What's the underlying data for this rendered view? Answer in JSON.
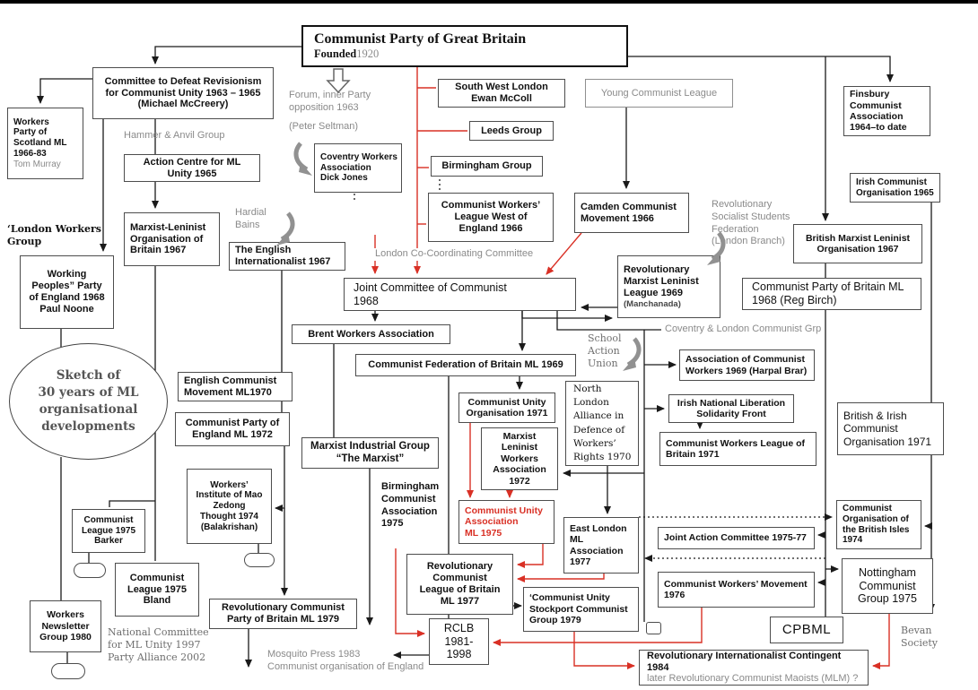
{
  "page": {
    "background": "#ffffff",
    "top_bar_color": "#000000"
  },
  "colors": {
    "accent_red": "#d93025",
    "line": "#1a1a1a",
    "muted_text": "#8a8a8a",
    "box_border": "#4d4d4d"
  },
  "icons": {
    "curved_arrow": "curved-arrow-icon",
    "hollow_arrow": "hollow-down-arrow-icon"
  },
  "nodes": [
    {
      "id": "cpgb",
      "lines": [
        {
          "t": "Communist Party of Great Britain",
          "ttl": 1
        },
        {
          "parts": [
            {
              "t": "Founded",
              "sf": 1,
              "b": 1
            },
            {
              "t": "1920",
              "sf": 1,
              "mu": 1
            }
          ]
        }
      ]
    },
    {
      "id": "cdr",
      "lines": [
        "Committee to Defeat Revisionism",
        "for Communist Unity 1963 – 1965",
        "(Michael McCreery)"
      ]
    },
    {
      "id": "wps",
      "lines": [
        "Workers",
        "Party of",
        "Scotland ML",
        "1966-83",
        {
          "t": "Tom Murray",
          "mu": 1
        }
      ]
    },
    {
      "id": "acml",
      "lines": [
        "Action Centre for ML",
        "Unity 1965"
      ]
    },
    {
      "id": "cwa",
      "lines": [
        "Coventry Workers",
        "Association",
        "Dick Jones"
      ]
    },
    {
      "id": "swl",
      "lines": [
        "South West London",
        "Ewan McColl"
      ]
    },
    {
      "id": "leeds",
      "lines": [
        "Leeds Group"
      ]
    },
    {
      "id": "bhamg",
      "lines": [
        "Birmingham Group"
      ]
    },
    {
      "id": "cwlwe",
      "lines": [
        "Communist Workers’",
        "League West of",
        "England 1966"
      ]
    },
    {
      "id": "ycl",
      "lines": [
        {
          "t": "Young Communist League",
          "mu": 1
        }
      ]
    },
    {
      "id": "camden",
      "lines": [
        "Camden Communist",
        "Movement 1966"
      ]
    },
    {
      "id": "finsbury",
      "lines": [
        "Finsbury",
        "Communist",
        "Association",
        "1964–to date"
      ]
    },
    {
      "id": "ico",
      "lines": [
        "Irish Communist",
        "Organisation 1965"
      ]
    },
    {
      "id": "bmlo",
      "lines": [
        "British Marxist Leninist",
        "Organisation 1967"
      ]
    },
    {
      "id": "cpbml68",
      "lines": [
        "Communist Party of Britain ML",
        "1968 (Reg Birch)"
      ]
    },
    {
      "id": "mlob",
      "lines": [
        "Marxist-Leninist",
        "Organisation of",
        "Britain 1967"
      ]
    },
    {
      "id": "tei",
      "lines": [
        "The English",
        "Internationalist 1967"
      ]
    },
    {
      "id": "wpp",
      "lines": [
        "Working",
        "Peoples” Party",
        "of England 1968",
        "Paul Noone"
      ]
    },
    {
      "id": "jcc",
      "lines": [
        "Joint Committee of Communist",
        "1968"
      ]
    },
    {
      "id": "rmll",
      "lines": [
        "Revolutionary",
        "Marxist Leninist",
        "League 1969",
        {
          "t": "(Manchanada)",
          "sm": 1
        }
      ]
    },
    {
      "id": "bwa2",
      "lines": [
        "Brent Workers Association"
      ]
    },
    {
      "id": "cfb",
      "lines": [
        "Communist Federation of Britain ML 1969"
      ]
    },
    {
      "id": "ecm",
      "lines": [
        "English Communist",
        "Movement  ML1970"
      ]
    },
    {
      "id": "cpe",
      "lines": [
        "Communist Party of",
        "England ML 1972"
      ]
    },
    {
      "id": "cuo",
      "lines": [
        "Communist Unity",
        "Organisation 1971"
      ]
    },
    {
      "id": "nla",
      "lines": [
        "North",
        "London",
        "Alliance in",
        "Defence of",
        "Workers’",
        "Rights 1970"
      ]
    },
    {
      "id": "aocw",
      "lines": [
        "Association of Communist",
        "Workers 1969 (Harpal Brar)"
      ]
    },
    {
      "id": "inlsf",
      "lines": [
        "Irish National Liberation",
        "Solidarity Front"
      ]
    },
    {
      "id": "cwlb",
      "lines": [
        "Communist Workers League of",
        "Britain 1971"
      ]
    },
    {
      "id": "bico",
      "lines": [
        "British & Irish",
        "Communist",
        "Organisation 1971"
      ]
    },
    {
      "id": "mlwa",
      "lines": [
        "Marxist",
        "Leninist",
        "Workers",
        "Association",
        "1972"
      ]
    },
    {
      "id": "mig",
      "lines": [
        "Marxist Industrial Group",
        "“The Marxist”"
      ]
    },
    {
      "id": "wimzt",
      "lines": [
        "Workers’",
        "Institute of Mao",
        "Zedong",
        "Thought 1974",
        "(Balakrishan)"
      ]
    },
    {
      "id": "clbarker",
      "lines": [
        "Communist",
        "League 1975",
        "Barker"
      ]
    },
    {
      "id": "clbland",
      "lines": [
        "Communist",
        "League 1975",
        "Bland"
      ]
    },
    {
      "id": "wng",
      "lines": [
        "Workers",
        "Newsletter",
        "Group 1980"
      ]
    },
    {
      "id": "cua",
      "lines": [
        "Communist Unity",
        "Association",
        " ML 1975"
      ]
    },
    {
      "id": "elml",
      "lines": [
        "East London",
        "ML",
        "Association",
        "1977"
      ]
    },
    {
      "id": "rcl",
      "lines": [
        "Revolutionary",
        "Communist",
        "League of Britain",
        "ML 1977"
      ]
    },
    {
      "id": "stockport",
      "lines": [
        "‘Communist Unity",
        "Stockport Communist",
        "Group 1979"
      ]
    },
    {
      "id": "jac",
      "lines": [
        "Joint Action Committee 1975-77"
      ]
    },
    {
      "id": "cwm",
      "lines": [
        "Communist Workers’ Movement",
        "1976"
      ]
    },
    {
      "id": "cobi",
      "lines": [
        "Communist",
        "Organisation of",
        "the British Isles",
        "1974"
      ]
    },
    {
      "id": "nott",
      "lines": [
        "Nottingham",
        "Communist",
        "Group 1975"
      ]
    },
    {
      "id": "cpbml",
      "lines": [
        "CPBML"
      ]
    },
    {
      "id": "rclb",
      "lines": [
        "RCLB",
        "1981-",
        "1998"
      ]
    },
    {
      "id": "rcpb",
      "lines": [
        "Revolutionary Communist",
        "Party of Britain ML  1979"
      ]
    },
    {
      "id": "ric",
      "lines": [
        "Revolutionary Internationalist Contingent 1984",
        {
          "t": "later Revolutionary Communist Maoists (MLM) ?",
          "mu": 1
        }
      ]
    },
    {
      "id": "sketch",
      "lines": [
        "Sketch of",
        "30 years of ML",
        "organisational",
        "developments"
      ]
    }
  ],
  "labels": [
    {
      "id": "hammer",
      "lines": [
        "Hammer & Anvil Group"
      ]
    },
    {
      "id": "forum",
      "lines": [
        {
          "parts": [
            {
              "t": "Forum",
              "b": 1
            },
            {
              "t": ", inner Party"
            }
          ]
        },
        "opposition 1963",
        {
          "t": "(Peter Seltman)",
          "gap": 1
        }
      ]
    },
    {
      "id": "hardial",
      "lines": [
        "Hardial",
        "Bains"
      ]
    },
    {
      "id": "lwg",
      "lines": [
        "‘London Workers",
        "Group"
      ]
    },
    {
      "id": "lcc",
      "lines": [
        "London Co-Coordinating Committee"
      ]
    },
    {
      "id": "rssf",
      "lines": [
        "Revolutionary",
        "Socialist Students",
        "Federation",
        "(London Branch)"
      ]
    },
    {
      "id": "sau",
      "lines": [
        "School",
        "Action",
        "Union"
      ]
    },
    {
      "id": "clcg",
      "lines": [
        "Coventry & London Communist Grp"
      ]
    },
    {
      "id": "bca75",
      "lines": [
        "Birmingham",
        "Communist",
        "Association",
        "1975"
      ]
    },
    {
      "id": "ncml",
      "lines": [
        "National Committee",
        "for ML Unity 1997",
        "Party Alliance 2002"
      ]
    },
    {
      "id": "mosquito",
      "lines": [
        "Mosquito Press 1983",
        "Communist organisation of England"
      ]
    },
    {
      "id": "bevan",
      "lines": [
        "Bevan",
        "Society"
      ]
    }
  ]
}
